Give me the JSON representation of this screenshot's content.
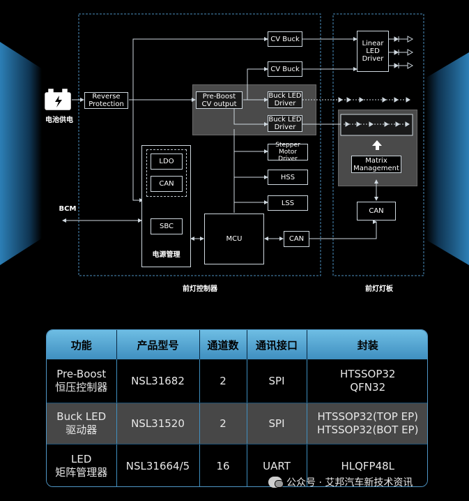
{
  "diagram": {
    "battery_label": "电池供电",
    "bcm_label": "BCM",
    "controller_label": "前灯控制器",
    "lamp_board_label": "前灯灯板",
    "blocks": {
      "reverse_protection": [
        "Reverse",
        "Protection"
      ],
      "cv_buck_1": "CV Buck",
      "cv_buck_2": "CV Buck",
      "pre_boost": [
        "Pre-Boost",
        "CV output"
      ],
      "buck_led_1": [
        "Buck LED",
        "Driver"
      ],
      "buck_led_2": [
        "Buck LED",
        "Driver"
      ],
      "stepper": [
        "Stepper",
        "Motor Driver"
      ],
      "hss": "HSS",
      "lss": "LSS",
      "ldo": "LDO",
      "sbc_can": "CAN",
      "sbc": "SBC",
      "power_mgmt": "电源管理",
      "mcu": "MCU",
      "mcu_can": "CAN",
      "linear_led": [
        "Linear",
        "LED",
        "Driver"
      ],
      "matrix_mgmt": [
        "Matrix",
        "Management"
      ],
      "board_can": "CAN"
    },
    "icons": [
      "battery-icon",
      "led-diode-icon",
      "arrow-up-icon"
    ]
  },
  "table": {
    "headers": [
      "功能",
      "产品型号",
      "通道数",
      "通讯接口",
      "封装"
    ],
    "rows": [
      {
        "function": [
          "Pre-Boost",
          "恒压控制器"
        ],
        "model": "NSL31682",
        "channels": "2",
        "interface": "SPI",
        "package": [
          "HTSSOP32",
          "QFN32"
        ]
      },
      {
        "function": [
          "Buck LED",
          "驱动器"
        ],
        "model": "NSL31520",
        "channels": "2",
        "interface": "SPI",
        "package": [
          "HTSSOP32(TOP EP)",
          "HTSSOP32(BOT EP)"
        ]
      },
      {
        "function": [
          "LED",
          "矩阵管理器"
        ],
        "model": "NSL31664/5",
        "channels": "16",
        "interface": "UART",
        "package": [
          "HLQFP48L"
        ]
      }
    ]
  },
  "watermark": "公众号 · 艾邦汽车新技术资讯",
  "colors": {
    "background": "#000000",
    "accent_blue": "#4f97c7",
    "header_blue": "#6ebde3",
    "panel_gray": "#4a4a4a"
  }
}
